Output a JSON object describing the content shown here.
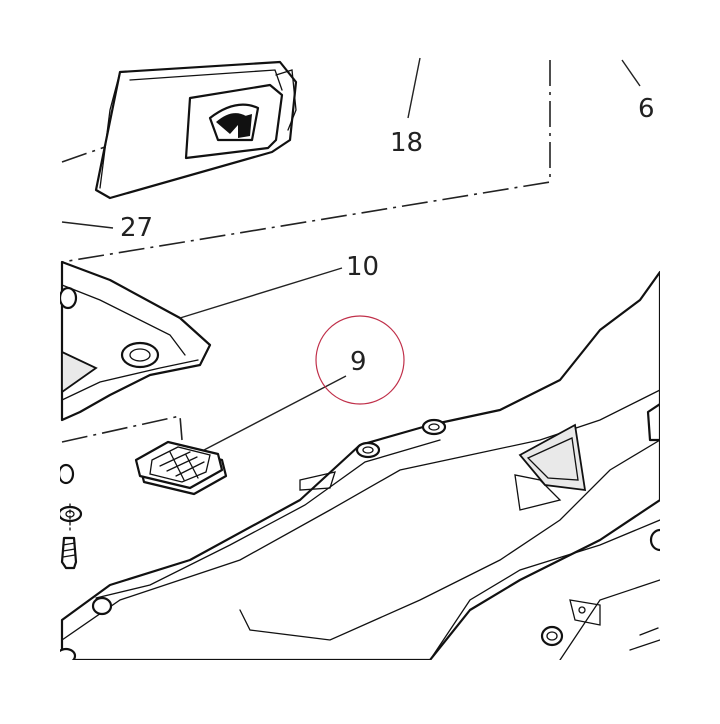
{
  "callouts": [
    {
      "id": "18",
      "label": "18"
    },
    {
      "id": "6",
      "label": "6"
    },
    {
      "id": "27",
      "label": "27"
    },
    {
      "id": "10",
      "label": "10"
    },
    {
      "id": "9",
      "label": "9"
    }
  ],
  "highlight": {
    "target": "9",
    "color": "#c0304a"
  },
  "colors": {
    "line": "#111111",
    "background": "#ffffff"
  }
}
